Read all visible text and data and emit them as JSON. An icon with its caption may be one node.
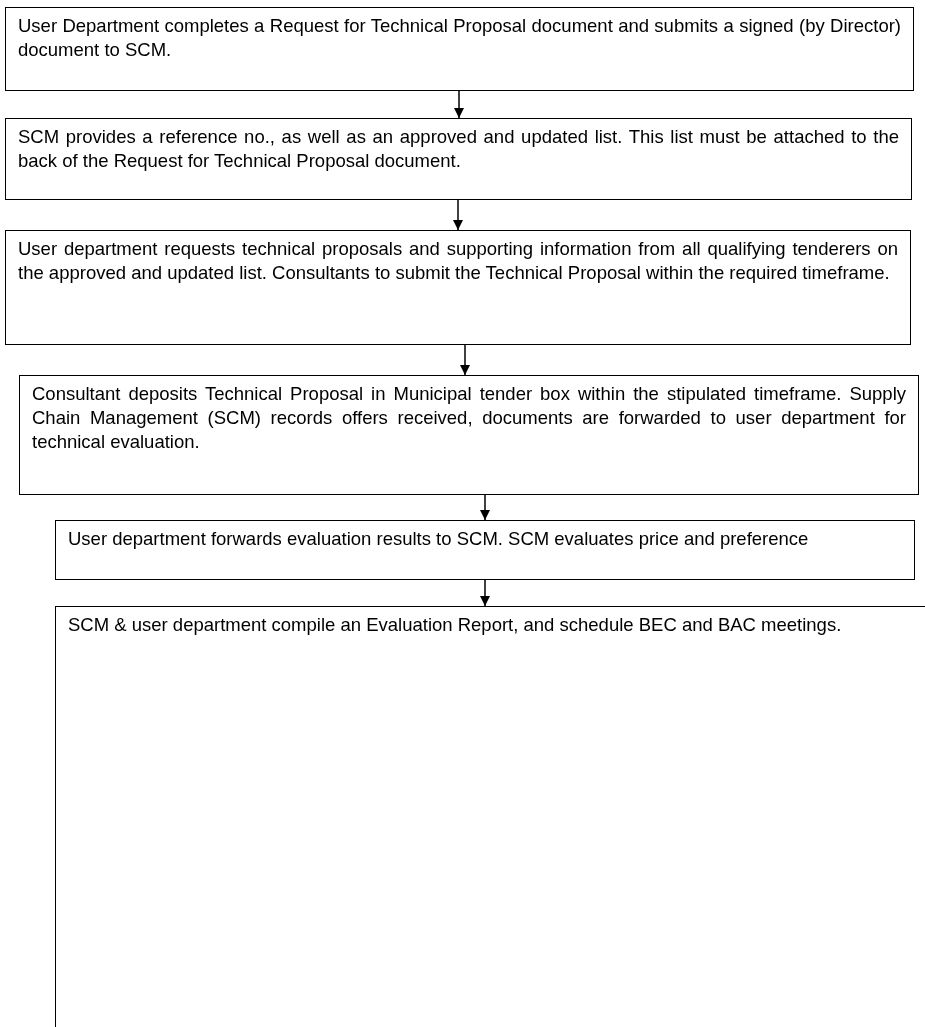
{
  "diagram": {
    "nodes": [
      {
        "text": [
          "User Department completes a Request for Technical Proposal document and submits a signed (by Director) document to SCM."
        ]
      },
      {
        "text": [
          "SCM provides a reference no., as well as an approved and updated list. This list must be attached to the back of the Request for Technical Proposal document."
        ]
      },
      {
        "text": [
          "User department requests technical proposals and supporting information from all qualifying tenderers on the approved and updated list. Consultants to submit the Technical Proposal within the required timeframe."
        ]
      },
      {
        "text": [
          "Consultant deposits Technical Proposal in Municipal tender box within the stipulated timeframe. Supply Chain Management (SCM) records offers received, documents are forwarded to user department for technical evaluation."
        ]
      },
      {
        "text": [
          "User department forwards evaluation results to SCM. SCM evaluates price and preference"
        ]
      },
      {
        "text": [
          "SCM & user department compile an Evaluation Report, and schedule BEC and BAC meetings."
        ]
      }
    ],
    "edges": [
      {
        "from": 0,
        "to": 1,
        "arrow": "to"
      },
      {
        "from": 1,
        "to": 2,
        "arrow": "to"
      },
      {
        "from": 2,
        "to": 3,
        "arrow": "to"
      },
      {
        "from": 3,
        "to": 4,
        "arrow": "to"
      },
      {
        "from": 4,
        "to": 5,
        "arrow": "to"
      }
    ]
  }
}
